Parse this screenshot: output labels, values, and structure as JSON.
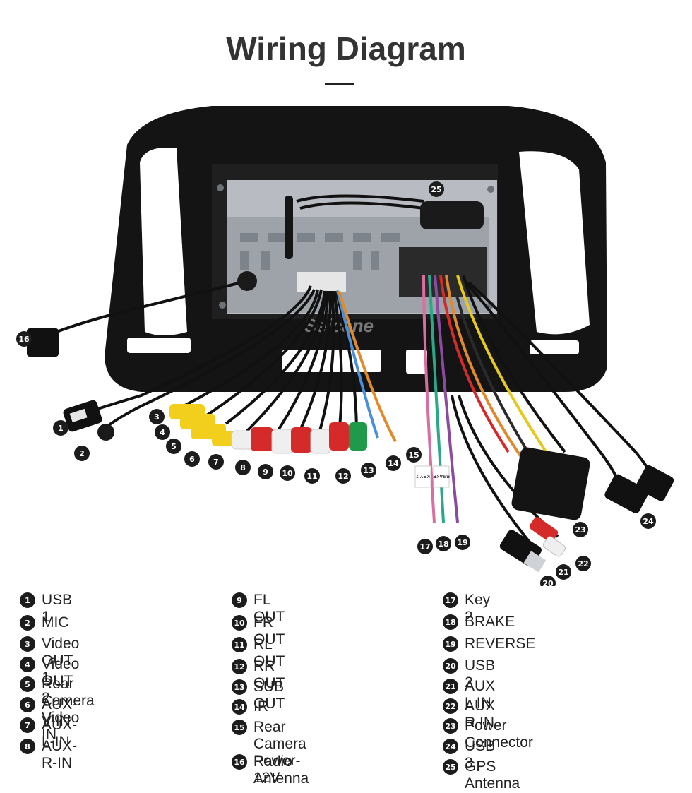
{
  "title": "Wiring Diagram",
  "watermark": "Seicane",
  "device": {
    "key_tag_1": "KEY 2",
    "key_tag_2": "BRAKE"
  },
  "callouts": [
    "1",
    "2",
    "3",
    "4",
    "5",
    "6",
    "7",
    "8",
    "9",
    "10",
    "11",
    "12",
    "13",
    "14",
    "15",
    "16",
    "17",
    "18",
    "19",
    "20",
    "21",
    "22",
    "23",
    "24",
    "25"
  ],
  "legend": {
    "col1": [
      {
        "num": "1",
        "label": "USB 1"
      },
      {
        "num": "2",
        "label": "MIC"
      },
      {
        "num": "3",
        "label": "Video OUT 1"
      },
      {
        "num": "4",
        "label": "Video OUT 2"
      },
      {
        "num": "5",
        "label": "Rear Camera Video IN"
      },
      {
        "num": "6",
        "label": "AUX-V-IN"
      },
      {
        "num": "7",
        "label": "AUX-L-IN"
      },
      {
        "num": "8",
        "label": "AUX-R-IN"
      }
    ],
    "col2": [
      {
        "num": "9",
        "label": "FL OUT"
      },
      {
        "num": "10",
        "label": "FR OUT"
      },
      {
        "num": "11",
        "label": "RL OUT"
      },
      {
        "num": "12",
        "label": "RR OUT"
      },
      {
        "num": "13",
        "label": "SUB OUT"
      },
      {
        "num": "14",
        "label": "IR"
      },
      {
        "num": "15",
        "label": "Rear Camera\nPower-12V"
      },
      {
        "num": "16",
        "label": "Radio Antenna"
      }
    ],
    "col3": [
      {
        "num": "17",
        "label": "Key 2"
      },
      {
        "num": "18",
        "label": "BRAKE"
      },
      {
        "num": "19",
        "label": "REVERSE"
      },
      {
        "num": "20",
        "label": "USB 2"
      },
      {
        "num": "21",
        "label": "AUX L IN"
      },
      {
        "num": "22",
        "label": "AUX R IN"
      },
      {
        "num": "23",
        "label": "Power Connector"
      },
      {
        "num": "24",
        "label": "USB 3"
      },
      {
        "num": "25",
        "label": "GPS Antenna"
      }
    ]
  },
  "colors": {
    "badge": "#1c1c1c",
    "frame": "#141414",
    "rca_yellow": "#f2cf1d",
    "rca_white": "#efefef",
    "rca_red": "#d42a2a",
    "rca_green": "#1f9a4a"
  }
}
